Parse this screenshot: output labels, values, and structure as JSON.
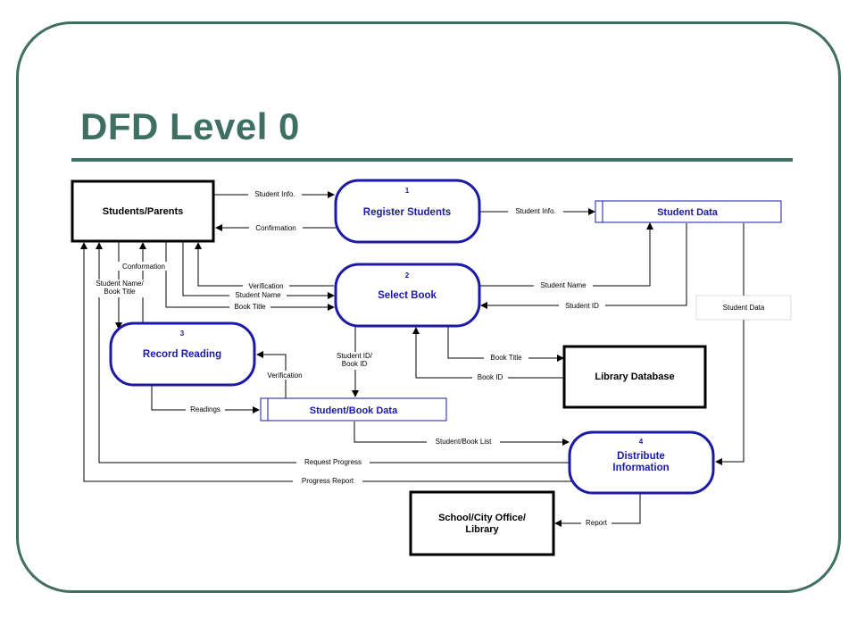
{
  "slide": {
    "title": "DFD Level 0"
  },
  "entities": {
    "students_parents": "Students/Parents",
    "library_database": "Library Database",
    "school_office": [
      "School/City Office/",
      "Library"
    ]
  },
  "processes": {
    "register": {
      "number": "1",
      "label": "Register Students"
    },
    "select": {
      "number": "2",
      "label": "Select Book"
    },
    "record": {
      "number": "3",
      "label": "Record Reading"
    },
    "distribute": {
      "number": "4",
      "label": [
        "Distribute",
        "Information"
      ]
    }
  },
  "stores": {
    "student_data": "Student Data",
    "student_book_data": "Student/Book Data"
  },
  "flows": {
    "student_info_1": "Student Info.",
    "confirmation": "Confirmation",
    "student_info_2": "Student Info.",
    "conformation": "Conformation",
    "student_name_book_title": [
      "Student Name/",
      "Book Title"
    ],
    "verification_1": "Verification",
    "student_name_1": "Student Name",
    "book_title_1": "Book Title",
    "student_name_2": "Student Name",
    "student_id": "Student ID",
    "student_data": "Student Data",
    "student_id_book_id": [
      "Student ID/",
      "Book ID"
    ],
    "verification_2": "Verification",
    "book_title_2": "Book Title",
    "book_id": "Book ID",
    "readings": "Readings",
    "student_book_list": "Student/Book List",
    "request_progress": "Request Progress",
    "progress_report": "Progress Report",
    "report": "Report"
  }
}
